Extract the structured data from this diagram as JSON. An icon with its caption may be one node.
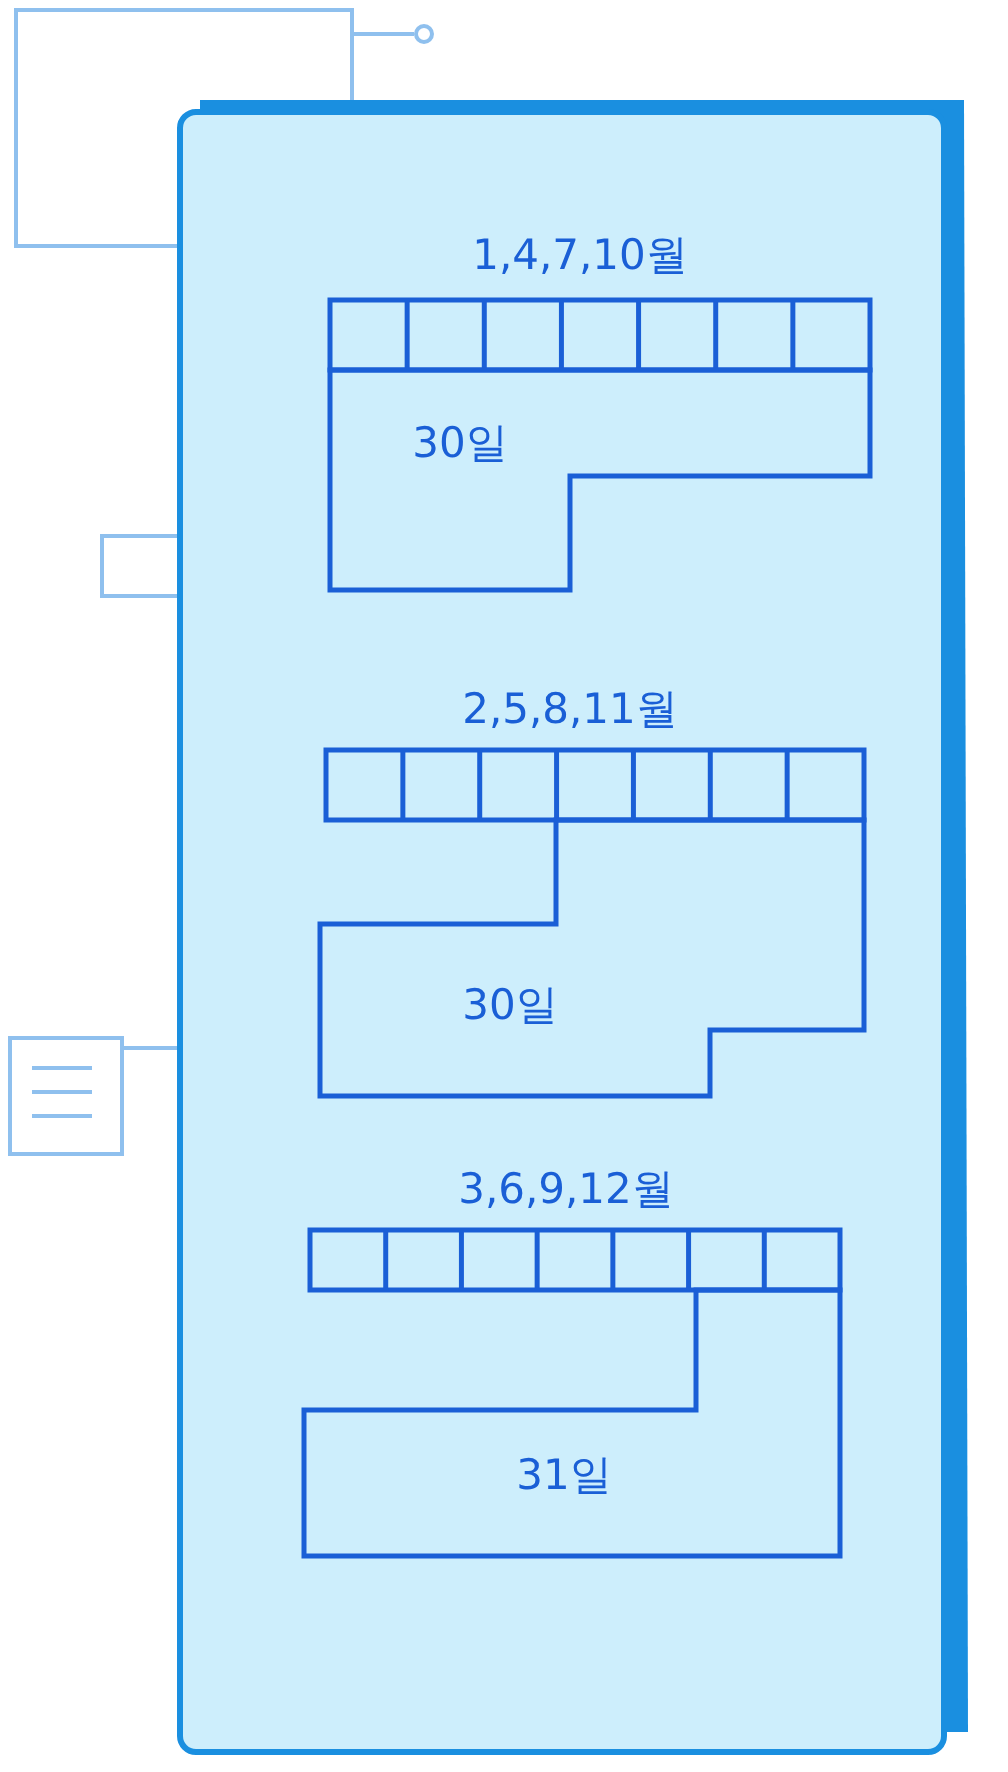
{
  "diagram": {
    "nodes": [
      {
        "text": [],
        "shape": "box"
      },
      {
        "text": [
          "1,4,7,10월",
          "30일"
        ],
        "in": 0
      },
      {
        "text": [
          "2,5,8,11월",
          "30일"
        ],
        "in": 0
      },
      {
        "text": [
          "3,6,9,12월",
          "31일"
        ],
        "in": 0
      }
    ]
  }
}
